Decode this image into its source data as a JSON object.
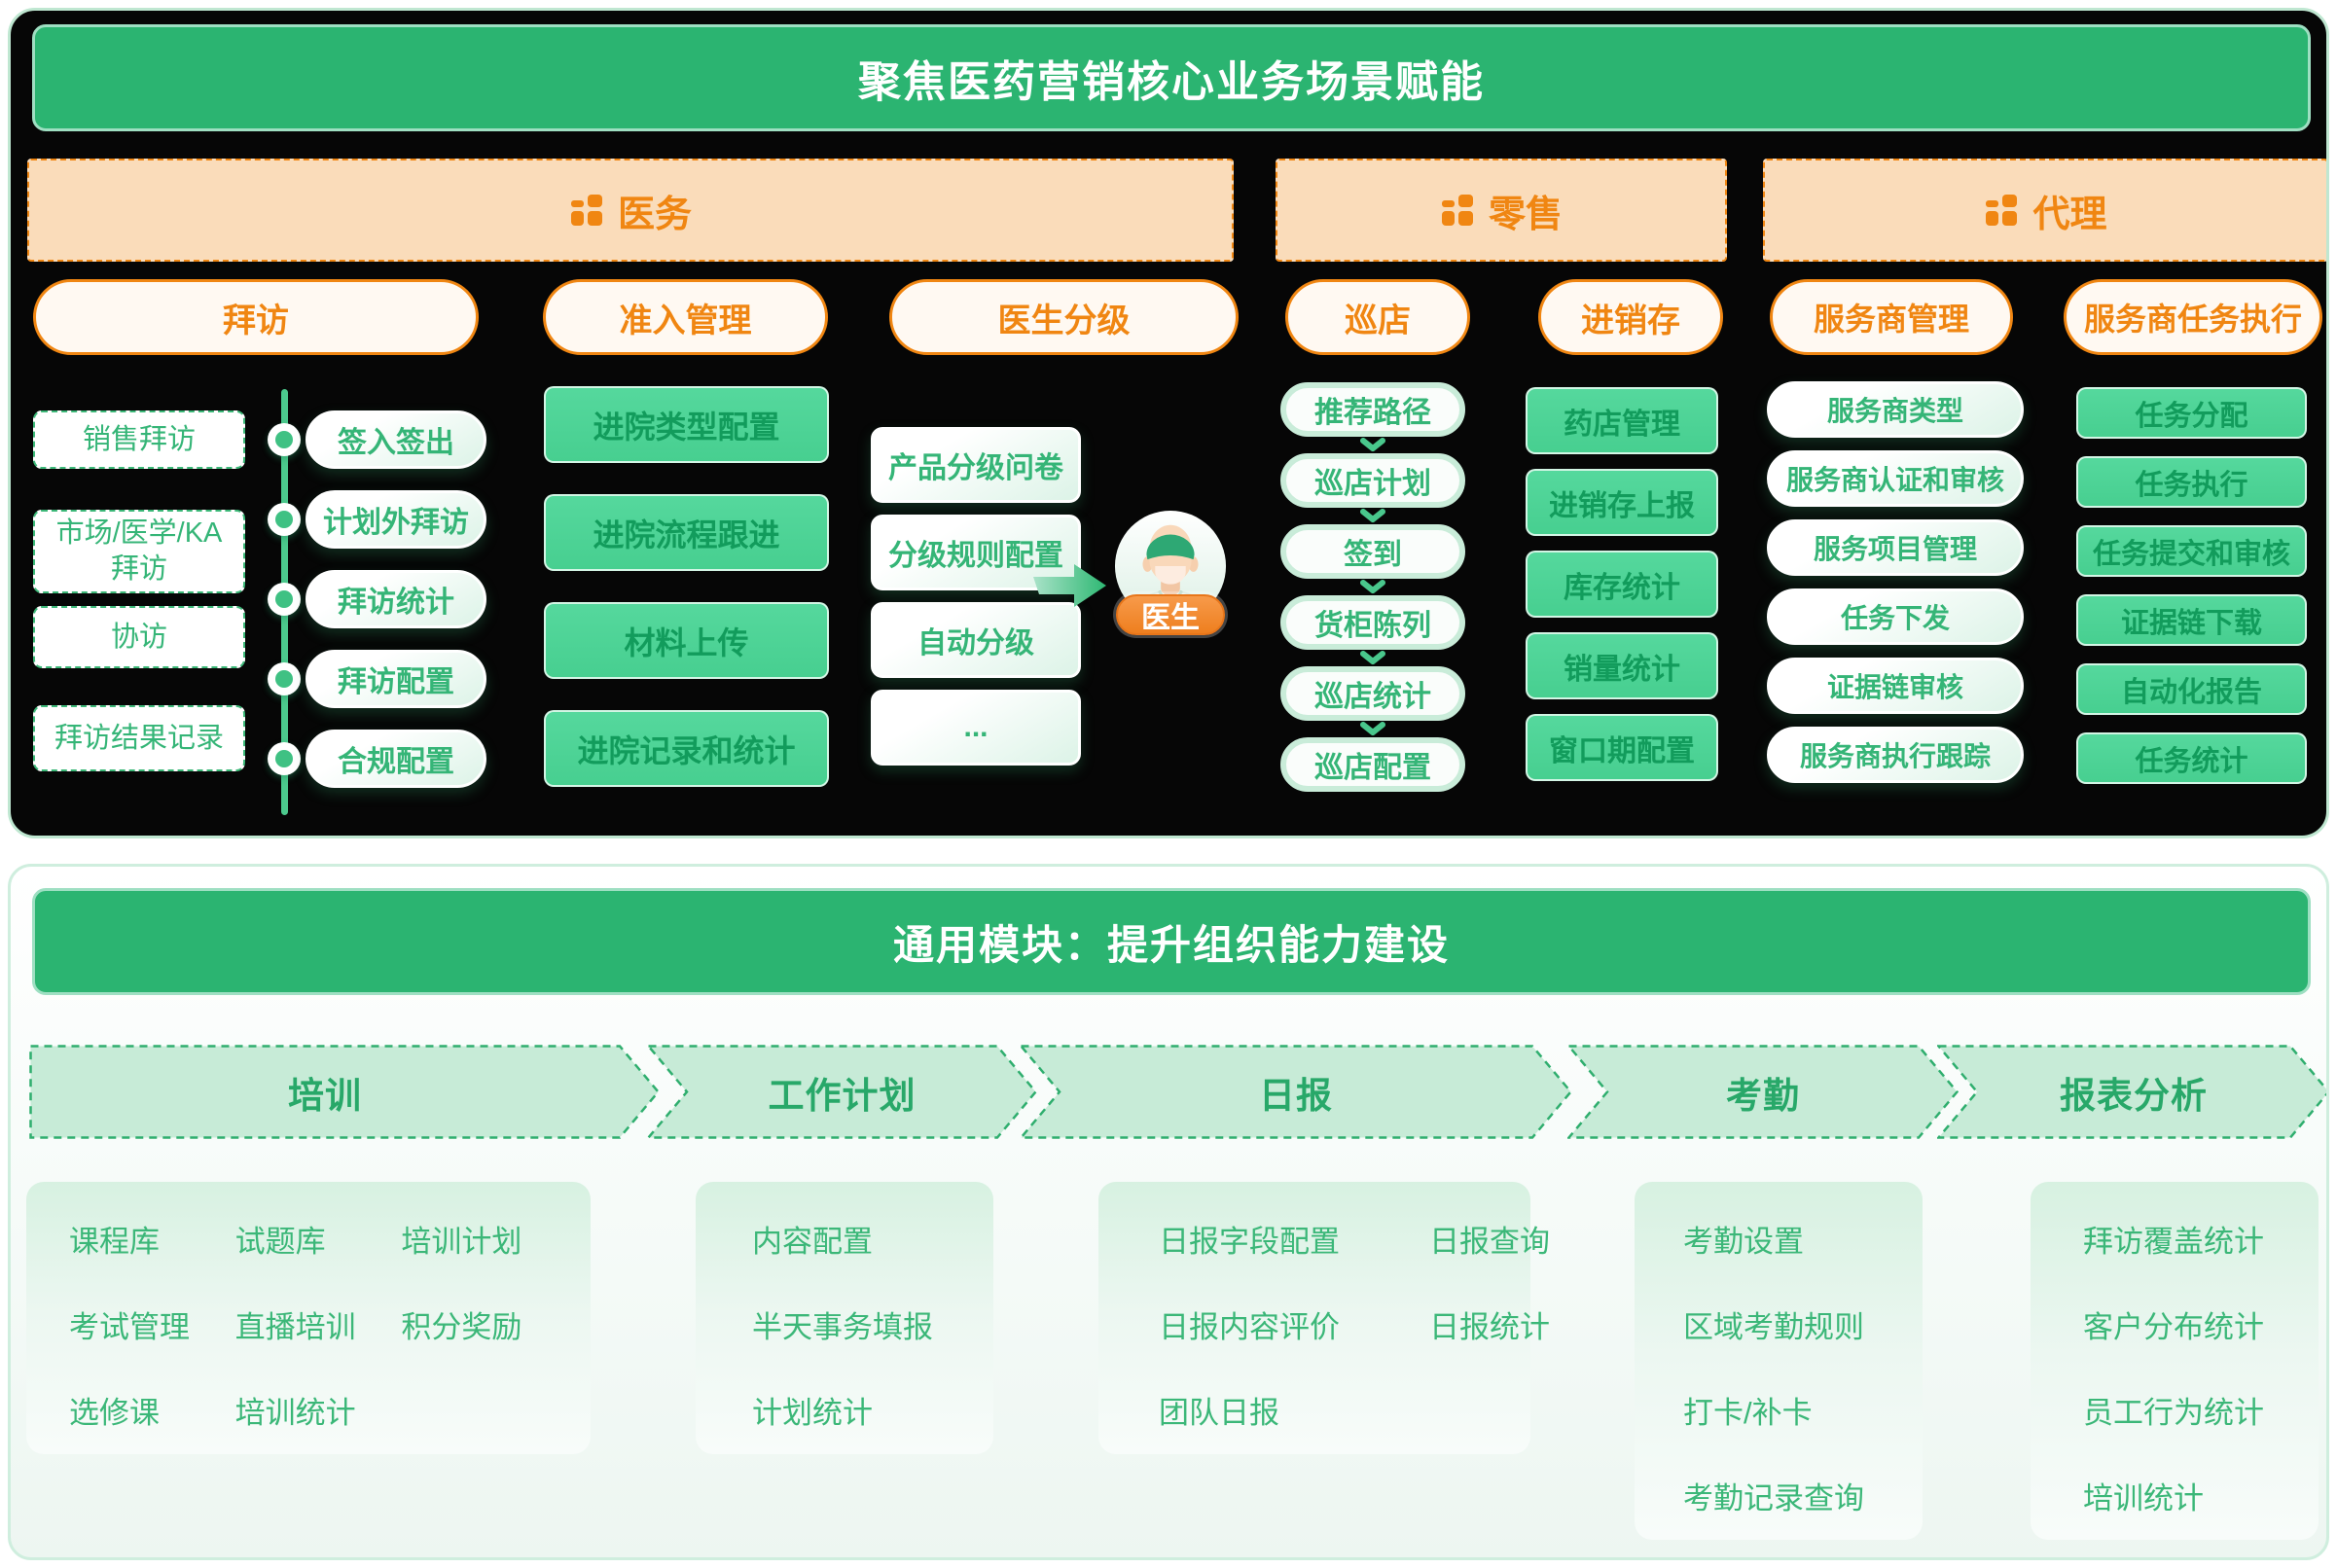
{
  "colors": {
    "brand_green": "#2bb471",
    "item_green": "#3cb878",
    "box_green": "#4ed496",
    "accent_orange": "#f08612",
    "header_peach": "#fadcba",
    "panel_black": "#060606"
  },
  "icons": {
    "group": "grid-icon",
    "flow_down": "chevron-down-icon",
    "flow_right": "arrow-right-icon",
    "avatar": "doctor-avatar-icon"
  },
  "top": {
    "title": "聚焦医药营销核心业务场景赋能",
    "groups": [
      {
        "label": "医务"
      },
      {
        "label": "零售"
      },
      {
        "label": "代理"
      }
    ],
    "visit": {
      "header": "拜访",
      "left_items": [
        "销售拜访",
        "市场/医学/KA拜访",
        "协访",
        "拜访结果记录"
      ],
      "timeline_items": [
        "签入签出",
        "计划外拜访",
        "拜访统计",
        "拜访配置",
        "合规配置"
      ]
    },
    "access": {
      "header": "准入管理",
      "items": [
        "进院类型配置",
        "进院流程跟进",
        "材料上传",
        "进院记录和统计"
      ]
    },
    "grading": {
      "header": "医生分级",
      "items": [
        "产品分级问卷",
        "分级规则配置",
        "自动分级",
        "..."
      ],
      "avatar_label": "医生"
    },
    "patrol": {
      "header": "巡店",
      "items": [
        "推荐路径",
        "巡店计划",
        "签到",
        "货柜陈列",
        "巡店统计",
        "巡店配置"
      ]
    },
    "inventory": {
      "header": "进销存",
      "items": [
        "药店管理",
        "进销存上报",
        "库存统计",
        "销量统计",
        "窗口期配置"
      ]
    },
    "provider_mgmt": {
      "header": "服务商管理",
      "items": [
        "服务商类型",
        "服务商认证和审核",
        "服务项目管理",
        "任务下发",
        "证据链审核",
        "服务商执行跟踪"
      ]
    },
    "provider_task": {
      "header": "服务商任务执行",
      "items": [
        "任务分配",
        "任务执行",
        "任务提交和审核",
        "证据链下载",
        "自动化报告",
        "任务统计"
      ]
    }
  },
  "bottom": {
    "title": "通用模块：提升组织能力建设",
    "tabs": [
      "培训",
      "工作计划",
      "日报",
      "考勤",
      "报表分析"
    ],
    "training_items": [
      "课程库",
      "试题库",
      "培训计划",
      "考试管理",
      "直播培训",
      "积分奖励",
      "选修课",
      "培训统计"
    ],
    "plan_items": [
      "内容配置",
      "半天事务填报",
      "计划统计"
    ],
    "daily_items": [
      "日报字段配置",
      "日报查询",
      "日报内容评价",
      "日报统计",
      "团队日报"
    ],
    "attendance_items": [
      "考勤设置",
      "区域考勤规则",
      "打卡/补卡",
      "考勤记录查询"
    ],
    "report_items": [
      "拜访覆盖统计",
      "客户分布统计",
      "员工行为统计",
      "培训统计"
    ]
  }
}
